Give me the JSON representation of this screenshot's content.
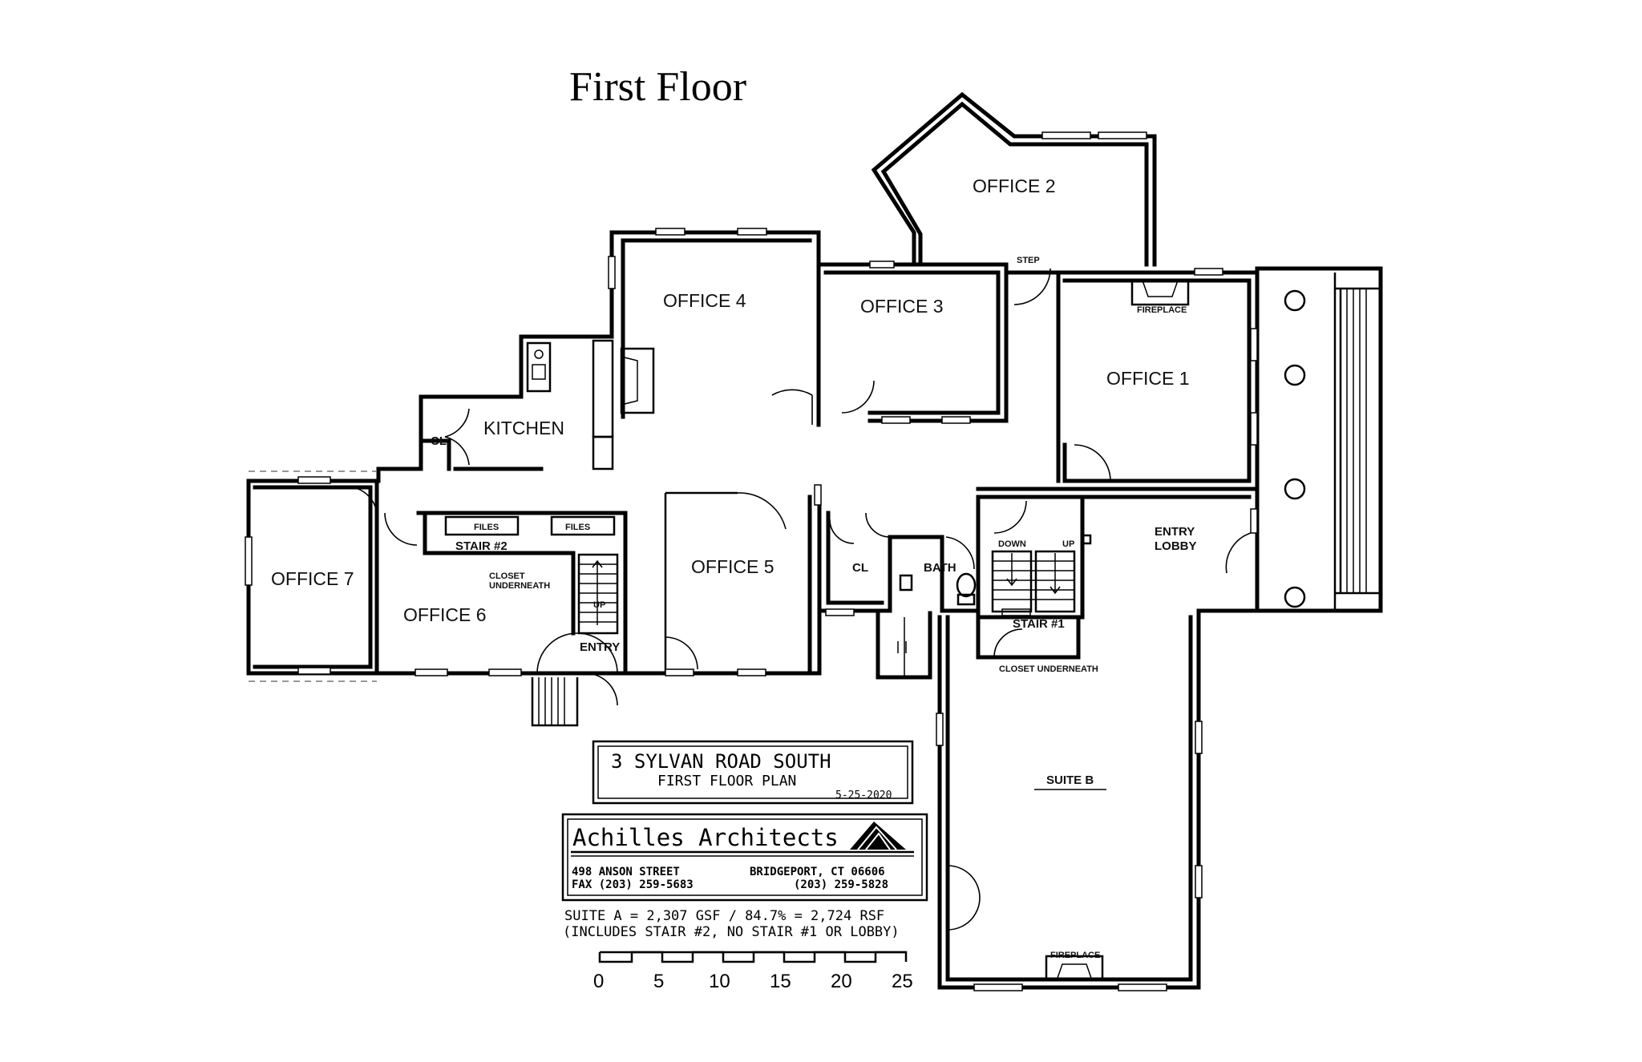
{
  "plan": {
    "title": "First Floor",
    "rooms": {
      "office1": "OFFICE 1",
      "office2": "OFFICE 2",
      "office3": "OFFICE 3",
      "office4": "OFFICE 4",
      "office5": "OFFICE 5",
      "office6": "OFFICE 6",
      "office7": "OFFICE 7",
      "kitchen": "KITCHEN",
      "entry_lobby_1": "ENTRY",
      "entry_lobby_2": "LOBBY",
      "entry": "ENTRY",
      "bath": "BATH",
      "cl_kitchen": "CL",
      "cl_main": "CL",
      "suite_b": "SUITE B"
    },
    "labels": {
      "step": "STEP",
      "fireplace_top": "FIREPLACE",
      "fireplace_bottom": "FIREPLACE",
      "files_1": "FILES",
      "files_2": "FILES",
      "stair2": "STAIR #2",
      "closet_under_2a": "CLOSET",
      "closet_under_2b": "UNDERNEATH",
      "up_stair2": "UP",
      "stair1": "STAIR #1",
      "down": "DOWN",
      "up_stair1": "UP",
      "closet_under_1": "CLOSET UNDERNEATH"
    },
    "title_block": {
      "address": "3 SYLVAN ROAD SOUTH",
      "plan_name": "FIRST FLOOR PLAN",
      "date": "5-25-2020",
      "firm": "Achilles Architects",
      "street": "498 ANSON STREET",
      "fax": "FAX (203) 259-5683",
      "city": "BRIDGEPORT, CT 06606",
      "phone": "(203) 259-5828",
      "suite_line1": "SUITE A = 2,307 GSF / 84.7% = 2,724 RSF",
      "suite_line2": "(INCLUDES STAIR #2, NO STAIR #1 OR LOBBY)"
    },
    "scale": {
      "ticks": [
        "0",
        "5",
        "10",
        "15",
        "20",
        "25"
      ]
    }
  }
}
